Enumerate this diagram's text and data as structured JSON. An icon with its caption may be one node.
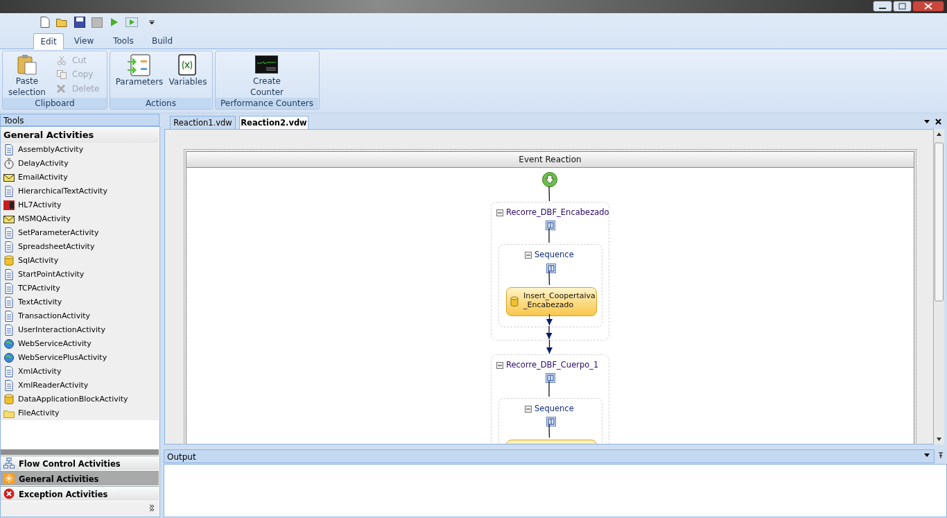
{
  "diagram": {
    "nodes": [
      {
        "text": [
          "Event Reaction"
        ]
      },
      {
        "text": [],
        "shape": "circle",
        "in": 0
      },
      {
        "text": [
          "Recorre_DBF_Encabezado"
        ],
        "in": 0
      },
      {
        "text": [],
        "shape": "picture",
        "in": 2
      },
      {
        "text": [
          "Sequence"
        ],
        "in": 2
      },
      {
        "text": [],
        "shape": "picture",
        "in": 4
      },
      {
        "text": [
          "Insert_Coopertaiva _Encabezado"
        ],
        "in": 4
      },
      {
        "text": [
          "Recorre_DBF_Cuerpo_1"
        ],
        "in": 0
      },
      {
        "text": [],
        "shape": "picture",
        "in": 7
      },
      {
        "text": [
          "Sequence"
        ],
        "in": 7
      },
      {
        "text": [],
        "shape": "picture",
        "in": 9
      },
      {
        "text": [],
        "shape": "box",
        "in": 9
      }
    ],
    "edges": [
      {
        "from": 1,
        "to": 2,
        "arrow": "none"
      },
      {
        "from": 3,
        "to": 4,
        "arrow": "none"
      },
      {
        "from": 5,
        "to": 6,
        "arrow": "none"
      },
      {
        "from": 6,
        "to": 4,
        "arrow": "to"
      },
      {
        "from": 4,
        "to": 2,
        "arrow": "to"
      },
      {
        "from": 2,
        "to": 7,
        "arrow": "to"
      },
      {
        "from": 8,
        "to": 9,
        "arrow": "none"
      },
      {
        "from": 10,
        "to": 11,
        "arrow": "none"
      }
    ],
    "labels": [
      "Edit",
      "View",
      "Tools",
      "Build",
      "Paste selection",
      "Cut",
      "Copy",
      "Delete",
      "Clipboard",
      "Parameters",
      "Variables",
      "Actions",
      "Create Counter",
      "Performance Counters",
      "Tools",
      "General Activities",
      "AssemblyActivity",
      "DelayActivity",
      "EmailActivity",
      "HierarchicalTextActivity",
      "HL7Activity",
      "MSMQActivity",
      "SetParameterActivity",
      "SpreadsheetActivity",
      "SqlActivity",
      "StartPointActivity",
      "TCPActivity",
      "TextActivity",
      "TransactionActivity",
      "UserInteractionActivity",
      "WebServiceActivity",
      "WebServicePlusActivity",
      "XmlActivity",
      "XmlReaderActivity",
      "DataApplicationBlockActivity",
      "FileActivity",
      "Flow Control Activities",
      "General Activities",
      "Exception Activities",
      "Reaction1.vdw",
      "Reaction2.vdw",
      "Output"
    ]
  }
}
